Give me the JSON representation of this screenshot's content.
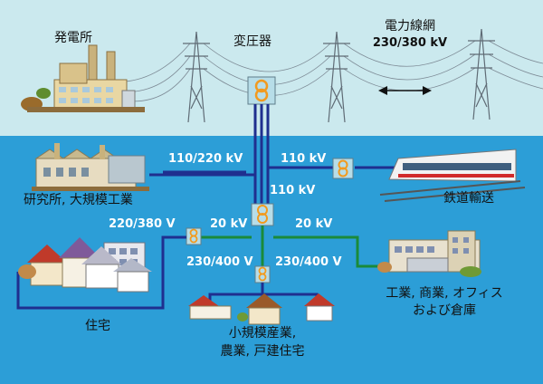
{
  "labels": {
    "power_plant": "発電所",
    "transformer": "変圧器",
    "grid_title": "電力線網",
    "grid_voltage": "230/380 kV",
    "research_large_industry": "研究所, 大規模工業",
    "railway": "鉄道輸送",
    "housing": "住宅",
    "commercial_line1": "工業, 商業, オフィス",
    "commercial_line2": "および倉庫",
    "small_line1": "小規模産業,",
    "small_line2": "農業, 戸建住宅"
  },
  "voltages": {
    "hv_main": "110/220 kV",
    "hv_rail": "110 kV",
    "hv_down": "110 kV",
    "mv_left": "20 kV",
    "mv_right": "20 kV",
    "lv_housing": "220/380 V",
    "lv_small_left": "230/400 V",
    "lv_small_right": "230/400 V"
  },
  "colors": {
    "sky": "#cbe9ee",
    "water": "#2c9ed7",
    "hv_line": "#1f2f8f",
    "mv_line": "#1a8a3a",
    "transformer_box": "#b7dde8",
    "transformer_coil": "#f29a1e"
  }
}
